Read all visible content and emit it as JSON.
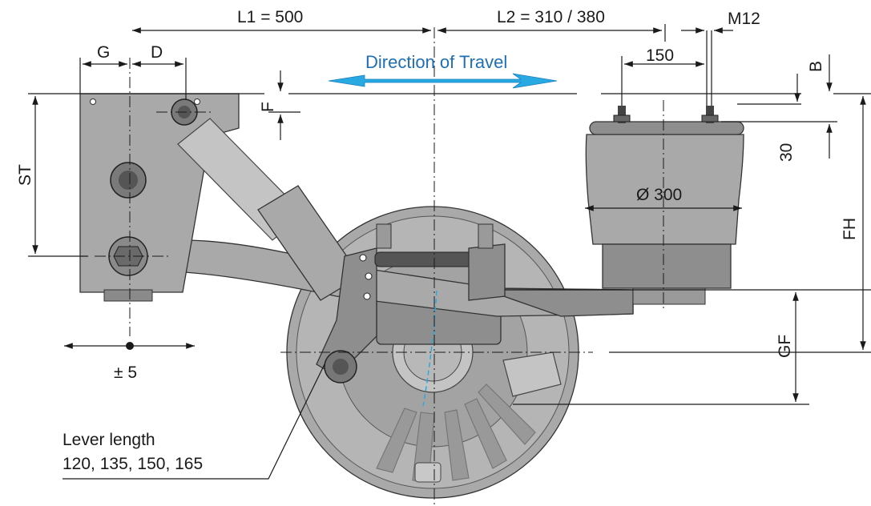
{
  "dimensions": {
    "L1": "L1 = 500",
    "L2": "L2 = 310 / 380",
    "M12": "M12",
    "G": "G",
    "D": "D",
    "d150": "150",
    "B": "B",
    "F": "F",
    "ST": "ST",
    "d30": "30",
    "bellow_diameter": "Ø 300",
    "FH": "FH",
    "GF": "GF",
    "tolerance": "± 5"
  },
  "direction": "Direction of Travel",
  "lever": {
    "line1": "Lever length",
    "line2": "120, 135, 150, 165"
  },
  "colors": {
    "direction_arrow": "#29a9e1",
    "direction_text": "#1f6fb5",
    "part_fill": "#a9a9a9"
  }
}
